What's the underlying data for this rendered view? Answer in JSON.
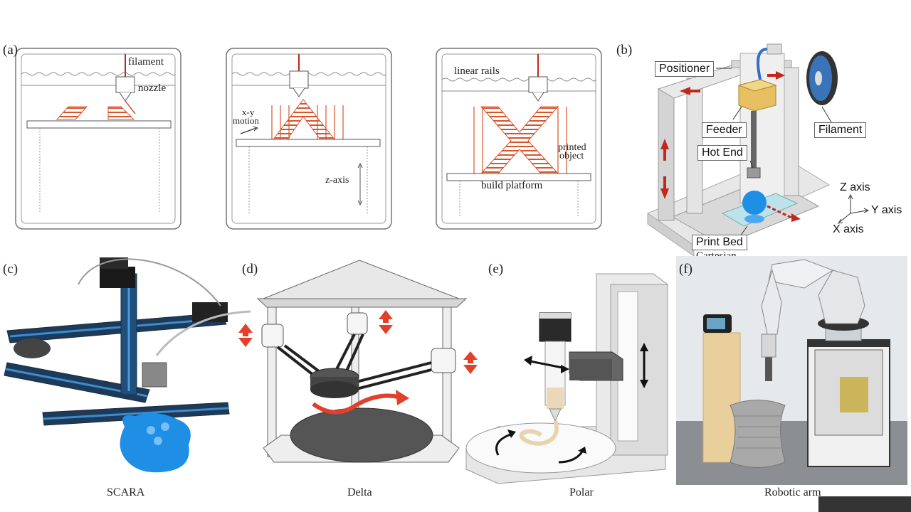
{
  "panels": {
    "a": {
      "letter": "(a)",
      "labels": {
        "filament": "filament",
        "nozzle": "nozzle",
        "xy_motion_1": "x-y",
        "xy_motion_2": "motion",
        "z_axis": "z-axis",
        "linear_rails": "linear rails",
        "printed_object_1": "printed",
        "printed_object_2": "object",
        "build_platform": "build platform"
      }
    },
    "b": {
      "letter": "(b)",
      "labels": {
        "positioner": "Positioner",
        "feeder": "Feeder",
        "hot_end": "Hot End",
        "filament": "Filament",
        "print_bed": "Print Bed",
        "caption": "Cartesian",
        "z_axis": "Z axis",
        "y_axis": "Y axis",
        "x_axis": "X axis"
      }
    },
    "c": {
      "letter": "(c)",
      "caption": "SCARA"
    },
    "d": {
      "letter": "(d)",
      "caption": "Delta"
    },
    "e": {
      "letter": "(e)",
      "caption": "Polar"
    },
    "f": {
      "letter": "(f)",
      "caption": "Robotic arm"
    }
  },
  "colors": {
    "orange_print": "#d9542b",
    "red_arrow": "#c0281e",
    "blue_print": "#1f8fe6",
    "frame_gray": "#cfcfcf"
  }
}
